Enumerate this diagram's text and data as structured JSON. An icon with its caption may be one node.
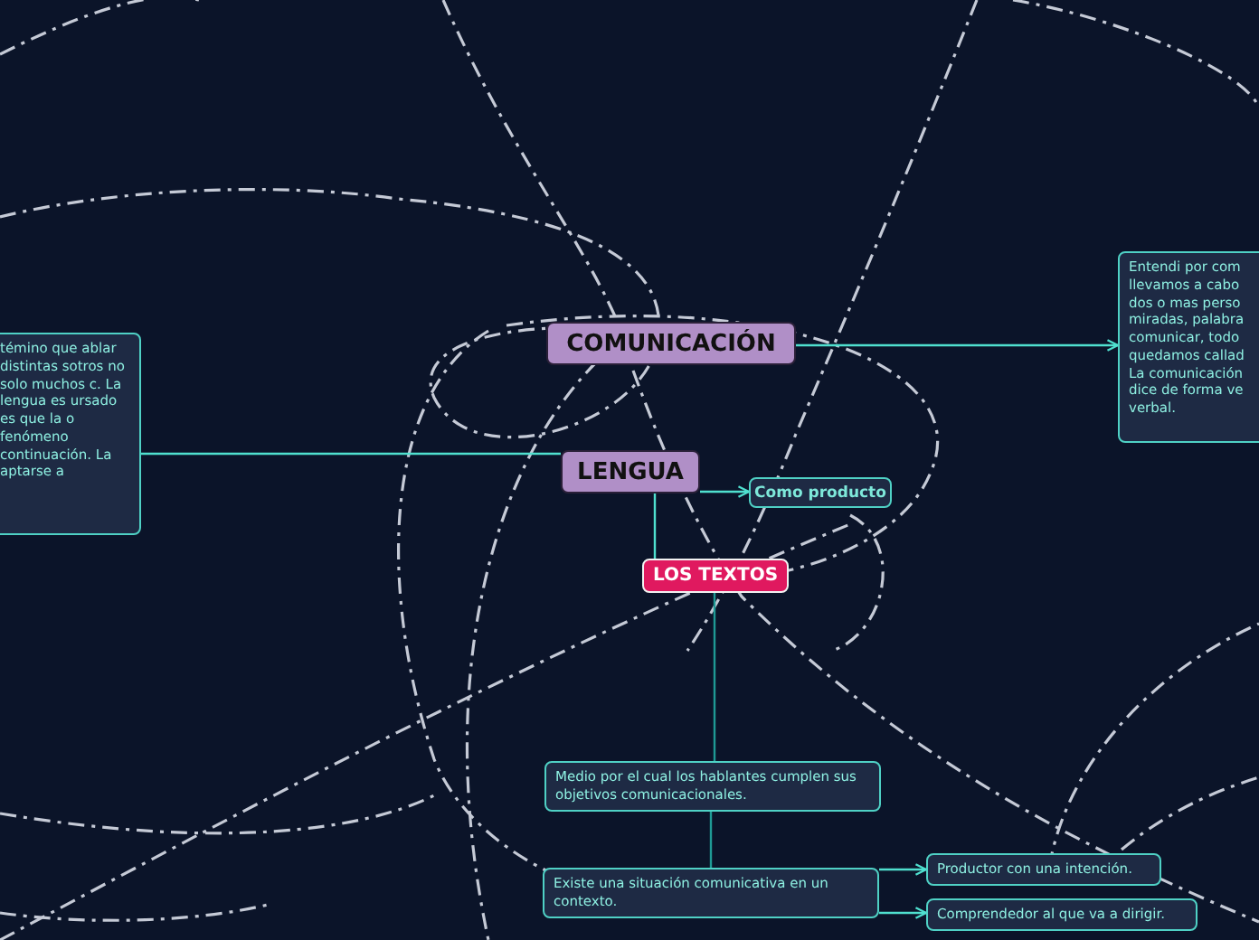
{
  "diagram": {
    "nodes": [
      {
        "text": [
          "COMUNICACIÓN"
        ]
      },
      {
        "text": [
          "LENGUA"
        ]
      },
      {
        "text": [
          "Como producto"
        ]
      },
      {
        "text": [
          "LOS TEXTOS"
        ]
      },
      {
        "text": [
          "témino que ablar distintas sotros no solo muchos c. La lengua es ursado es que la o fenómeno continuación. La aptarse a"
        ]
      },
      {
        "text": [
          "Entendi por com llevamos a cabo dos o mas perso miradas, palabra comunicar, todo quedamos callad La comunicación dice de forma ve verbal."
        ]
      },
      {
        "text": [
          "Medio por el cual los hablantes cumplen sus objetivos comunicacionales."
        ]
      },
      {
        "text": [
          "Existe una situación comunicativa en un contexto."
        ]
      },
      {
        "text": [
          "Productor con una intención."
        ]
      },
      {
        "text": [
          "Comprendedor al que va a dirigir."
        ]
      }
    ],
    "edges": [
      {
        "from": 0,
        "to": 5,
        "arrow": "to"
      },
      {
        "from": 1,
        "to": 4,
        "arrow": "none"
      },
      {
        "from": 1,
        "to": 2,
        "arrow": "to"
      },
      {
        "from": 1,
        "to": 3,
        "arrow": "none"
      },
      {
        "from": 3,
        "to": 6,
        "arrow": "none",
        "color": "#1f9a95"
      },
      {
        "from": 6,
        "to": 7,
        "arrow": "none",
        "color": "#1f9a95"
      },
      {
        "from": 7,
        "to": 8,
        "arrow": "to"
      },
      {
        "from": 7,
        "to": 9,
        "arrow": "to"
      }
    ]
  }
}
